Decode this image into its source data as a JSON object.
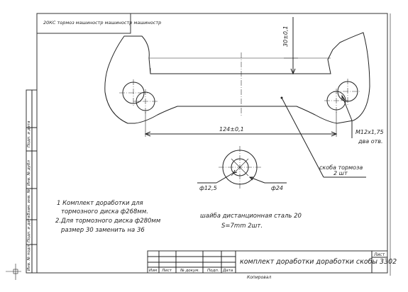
{
  "stamp_top": "20КС тормоз машиностр машиностр машиностр",
  "dimensions": {
    "height": "30±0,1",
    "width": "124±0,1",
    "thread": "M12x1,75",
    "thread_note": "два отв.",
    "dia_small": "ф12,5",
    "dia_large": "ф24"
  },
  "callout_bracket": {
    "line1": "скоба тормоза",
    "line2": "2 шт"
  },
  "washer_note": {
    "line1": "шайба дистанционная сталь 20",
    "line2": "S=7mm 2шт."
  },
  "notes": [
    "1 Комплект доработки для",
    "тормозного диска ф268мм.",
    "2.Для тормозного диска ф280мм",
    "размер 30 заменить на 36"
  ],
  "side_stamp": [
    "Инв. № подл",
    "Подп. и дата",
    "Взам. инв. №",
    "Инв. № дубл",
    "Подп. и дата"
  ],
  "title_block": {
    "title": "комплект доработки доработки скобы 3302",
    "sheet_label": "Лист",
    "columns": [
      "Изм",
      "Лист",
      "№ докум.",
      "Подп.",
      "Дата"
    ],
    "copied": "Копировал"
  }
}
